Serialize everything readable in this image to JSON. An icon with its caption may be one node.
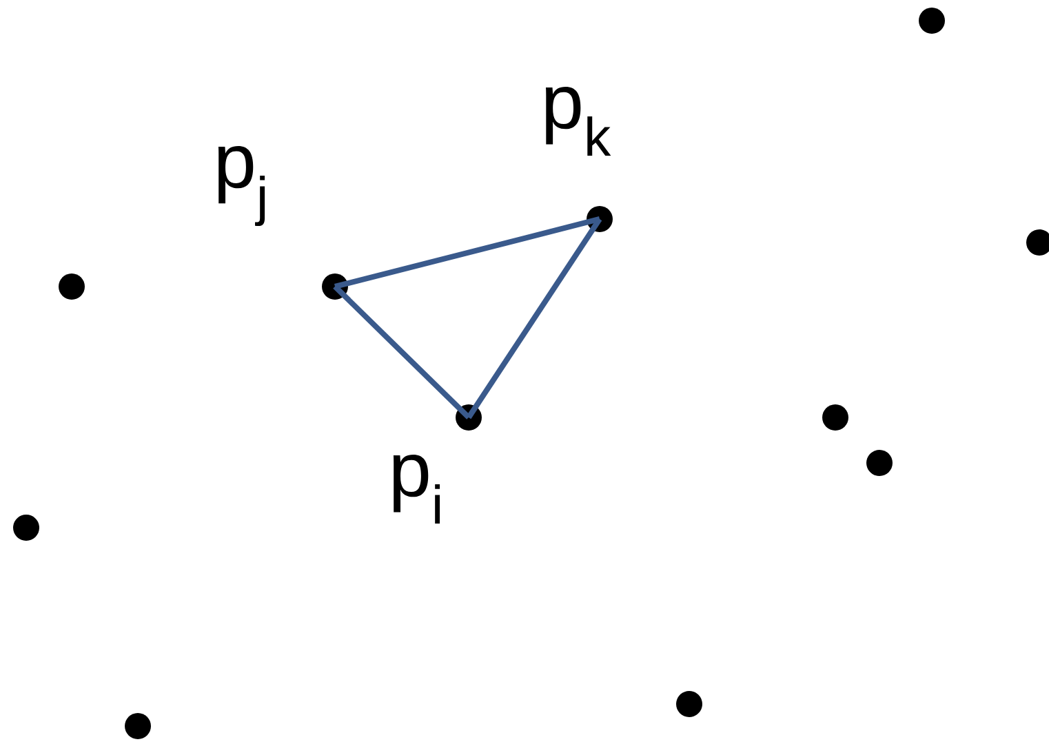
{
  "diagram": {
    "nodes": [
      {
        "text": [],
        "shape": "circle"
      },
      {
        "text": [],
        "shape": "circle"
      },
      {
        "text": [],
        "shape": "circle"
      },
      {
        "text": [],
        "shape": "circle",
        "beside": [
          "p$_{j}$"
        ]
      },
      {
        "text": [],
        "shape": "circle",
        "beside": [
          "p$_{i}$"
        ]
      },
      {
        "text": [],
        "shape": "circle",
        "beside": [
          "p$_{k}$"
        ]
      },
      {
        "text": [],
        "shape": "circle"
      },
      {
        "text": [],
        "shape": "circle"
      },
      {
        "text": [],
        "shape": "circle"
      },
      {
        "text": [],
        "shape": "circle"
      },
      {
        "text": [],
        "shape": "circle"
      }
    ],
    "edges": [
      {
        "from": 3,
        "to": 5,
        "arrow": "none"
      },
      {
        "from": 5,
        "to": 4,
        "arrow": "none"
      },
      {
        "from": 4,
        "to": 3,
        "arrow": "none"
      }
    ]
  }
}
